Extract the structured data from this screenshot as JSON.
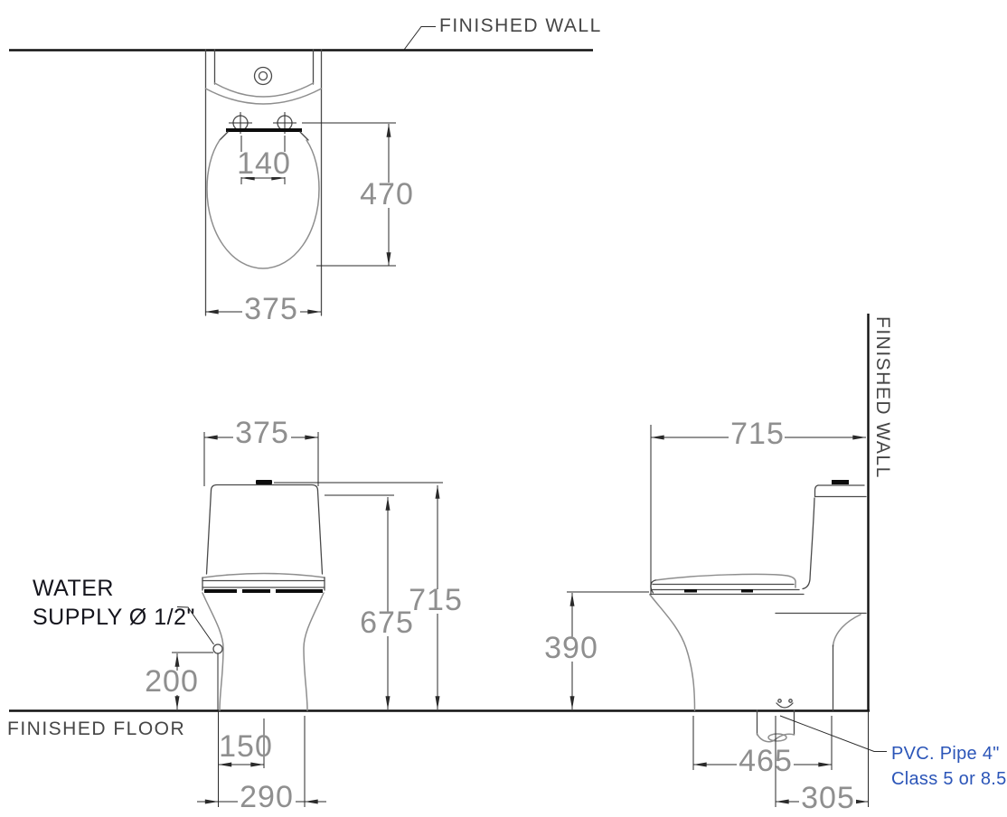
{
  "drawing": {
    "title": "Toilet installation dimension drawing (plan, front and side views)",
    "labels": {
      "finished_wall_top": "FINISHED WALL",
      "finished_wall_side": "FINISHED WALL",
      "finished_floor": "FINISHED FLOOR",
      "water_supply_line1": "WATER",
      "water_supply_line2": "SUPPLY Ø 1/2\"",
      "pvc_line1": "PVC. Pipe 4\"",
      "pvc_line2": "Class 5 or 8.5"
    },
    "dims": {
      "plan": {
        "seat_bolt_spacing": "140",
        "bowl_length": "470",
        "width": "375"
      },
      "front": {
        "width": "375",
        "tank_height": "675",
        "lid_height": "715",
        "supply_height": "200",
        "supply_to_center": "150",
        "base_width": "290"
      },
      "side": {
        "depth": "715",
        "rim_height": "390",
        "base_depth": "465",
        "outlet_to_wall": "305"
      }
    },
    "units": "mm",
    "colors": {
      "line": "#111111",
      "object_line": "#4a4a4a",
      "profile_line": "#8e8e8e",
      "dim_text": "#8f8f8f",
      "label_text": "#454545",
      "callout_text": "#15151d",
      "accent_blue": "#2b55b8"
    }
  }
}
